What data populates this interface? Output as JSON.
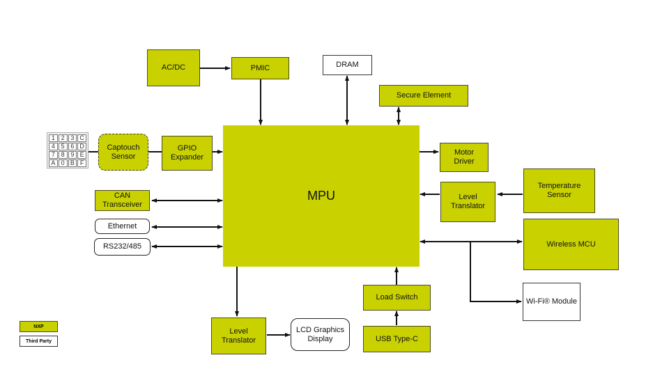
{
  "diagram": {
    "colors": {
      "nxp": "#c9d200",
      "third_party": "#ffffff",
      "line": "#111111"
    },
    "blocks": {
      "acdc": {
        "label": "AC/DC",
        "type": "nxp"
      },
      "pmic": {
        "label": "PMIC",
        "type": "nxp"
      },
      "dram": {
        "label": "DRAM",
        "type": "third-party"
      },
      "secure_element": {
        "label": "Secure Element",
        "type": "nxp"
      },
      "mpu": {
        "label": "MPU",
        "type": "nxp"
      },
      "captouch_sensor": {
        "label": "Captouch\nSensor",
        "type": "nxp"
      },
      "gpio_expander": {
        "label": "GPIO\nExpander",
        "type": "nxp"
      },
      "can_transceiver": {
        "label": "CAN\nTransceiver",
        "type": "nxp"
      },
      "ethernet": {
        "label": "Ethernet",
        "type": "third-party"
      },
      "rs232": {
        "label": "RS232/485",
        "type": "third-party"
      },
      "motor_driver": {
        "label": "Motor\nDriver",
        "type": "nxp"
      },
      "level_translator_right": {
        "label": "Level\nTranslator",
        "type": "nxp"
      },
      "temperature_sensor": {
        "label": "Temperature\nSensor",
        "type": "nxp"
      },
      "wireless_mcu": {
        "label": "Wireless MCU",
        "type": "nxp"
      },
      "wifi_module": {
        "label": "Wi-Fi® Module",
        "type": "third-party"
      },
      "level_translator_bottom": {
        "label": "Level\nTranslator",
        "type": "nxp"
      },
      "lcd_display": {
        "label": "LCD Graphics\nDisplay",
        "type": "third-party"
      },
      "load_switch": {
        "label": "Load Switch",
        "type": "nxp"
      },
      "usb_typec": {
        "label": "USB Type-C",
        "type": "nxp"
      }
    },
    "keypad": [
      "1",
      "2",
      "3",
      "C",
      "4",
      "5",
      "6",
      "D",
      "7",
      "8",
      "9",
      "E",
      "A",
      "0",
      "B",
      "F"
    ],
    "legend": {
      "nxp": "NXP",
      "third_party": "Third Party"
    },
    "connections": [
      {
        "from": "AC/DC",
        "to": "PMIC",
        "direction": "one-way"
      },
      {
        "from": "PMIC",
        "to": "MPU",
        "direction": "one-way"
      },
      {
        "from": "DRAM",
        "to": "MPU",
        "direction": "two-way"
      },
      {
        "from": "Secure Element",
        "to": "MPU",
        "direction": "two-way"
      },
      {
        "from": "Keypad",
        "to": "Captouch Sensor",
        "direction": "line"
      },
      {
        "from": "Captouch Sensor",
        "to": "GPIO Expander",
        "direction": "line"
      },
      {
        "from": "GPIO Expander",
        "to": "MPU",
        "direction": "one-way"
      },
      {
        "from": "CAN Transceiver",
        "to": "MPU",
        "direction": "two-way"
      },
      {
        "from": "Ethernet",
        "to": "MPU",
        "direction": "two-way"
      },
      {
        "from": "RS232/485",
        "to": "MPU",
        "direction": "two-way"
      },
      {
        "from": "MPU",
        "to": "Motor Driver",
        "direction": "one-way"
      },
      {
        "from": "Temperature Sensor",
        "to": "Level Translator",
        "direction": "one-way"
      },
      {
        "from": "Level Translator",
        "to": "MPU",
        "direction": "one-way"
      },
      {
        "from": "MPU",
        "to": "Wireless MCU",
        "direction": "two-way"
      },
      {
        "from": "MPU",
        "to": "Wi-Fi Module",
        "direction": "one-way"
      },
      {
        "from": "MPU",
        "to": "Level Translator (bottom)",
        "direction": "one-way"
      },
      {
        "from": "Level Translator (bottom)",
        "to": "LCD Graphics Display",
        "direction": "one-way"
      },
      {
        "from": "USB Type-C",
        "to": "Load Switch",
        "direction": "one-way"
      },
      {
        "from": "Load Switch",
        "to": "MPU",
        "direction": "one-way"
      }
    ]
  }
}
